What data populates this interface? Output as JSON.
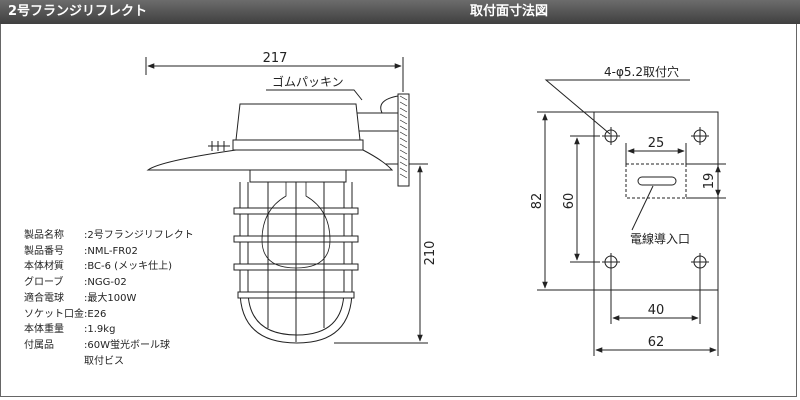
{
  "header": {
    "title": "2号フランジリフレクト",
    "right_title": "取付面寸法図"
  },
  "left_drawing": {
    "width_dim": "217",
    "height_dim": "210",
    "gasket_label": "ゴムパッキン"
  },
  "right_drawing": {
    "hole_label": "4-φ5.2取付穴",
    "dim_25": "25",
    "dim_19": "19",
    "dim_82": "82",
    "dim_60": "60",
    "dim_40": "40",
    "dim_62": "62",
    "cable_entry_label": "電線導入口"
  },
  "specs": [
    {
      "label": "製品名称",
      "value": ":2号フランジリフレクト"
    },
    {
      "label": "製品番号",
      "value": ":NML-FR02"
    },
    {
      "label": "本体材質",
      "value": ":BC-6 (メッキ仕上)"
    },
    {
      "label": "グローブ",
      "value": ":NGG-02"
    },
    {
      "label": "適合電球",
      "value": ":最大100W"
    },
    {
      "label": "ソケット口金",
      "value": ":E26"
    },
    {
      "label": "本体重量",
      "value": ":1.9kg"
    },
    {
      "label": "付属品",
      "value": ":60W蛍光ボール球"
    }
  ],
  "spec_extra": "取付ビス"
}
